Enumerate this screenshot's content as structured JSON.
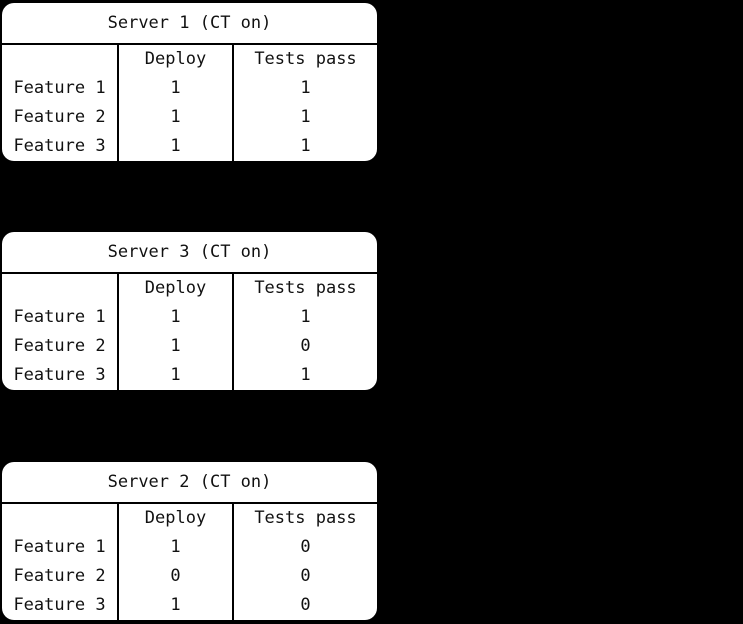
{
  "page": {
    "background_color": "#000000",
    "card_background_color": "#ffffff",
    "border_color": "#000000",
    "text_color": "#111111"
  },
  "tables": [
    {
      "title": "Server 1 (CT on)",
      "columns": [
        "",
        "Deploy",
        "Tests pass"
      ],
      "rows": [
        {
          "label": "Feature 1",
          "deploy": "1",
          "tests_pass": "1"
        },
        {
          "label": "Feature 2",
          "deploy": "1",
          "tests_pass": "1"
        },
        {
          "label": "Feature 3",
          "deploy": "1",
          "tests_pass": "1"
        }
      ]
    },
    {
      "title": "Server 3 (CT on)",
      "columns": [
        "",
        "Deploy",
        "Tests pass"
      ],
      "rows": [
        {
          "label": "Feature 1",
          "deploy": "1",
          "tests_pass": "1"
        },
        {
          "label": "Feature 2",
          "deploy": "1",
          "tests_pass": "0"
        },
        {
          "label": "Feature 3",
          "deploy": "1",
          "tests_pass": "1"
        }
      ]
    },
    {
      "title": "Server 2 (CT on)",
      "columns": [
        "",
        "Deploy",
        "Tests pass"
      ],
      "rows": [
        {
          "label": "Feature 1",
          "deploy": "1",
          "tests_pass": "0"
        },
        {
          "label": "Feature 2",
          "deploy": "0",
          "tests_pass": "0"
        },
        {
          "label": "Feature 3",
          "deploy": "1",
          "tests_pass": "0"
        }
      ]
    }
  ]
}
